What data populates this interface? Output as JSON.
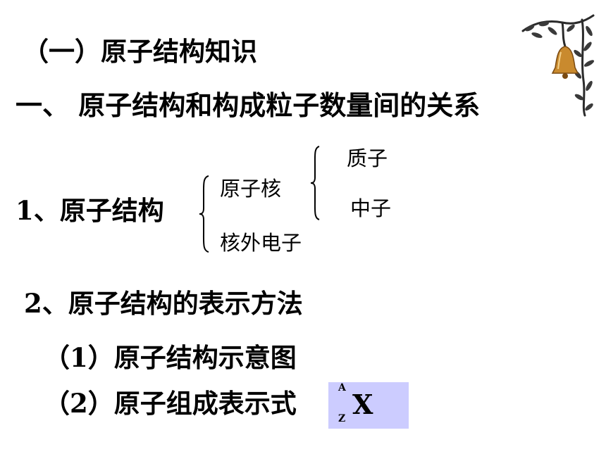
{
  "section_heading": "（一）原子结构知识",
  "main_heading": "一、 原子结构和构成粒子数量间的关系",
  "item1": {
    "label": "1、原子结构",
    "nucleus": "原子核",
    "electrons": "核外电子",
    "proton": "质子",
    "neutron": "中子"
  },
  "item2": {
    "label": "2、原子结构的表示方法",
    "sub1": "（1）原子结构示意图",
    "sub2": "（2）原子组成表示式",
    "notation": {
      "mass_number": "A",
      "atomic_number": "Z",
      "symbol": "X"
    }
  },
  "decoration": {
    "icon": "bell-icon",
    "notation_background": "#ccccff"
  }
}
